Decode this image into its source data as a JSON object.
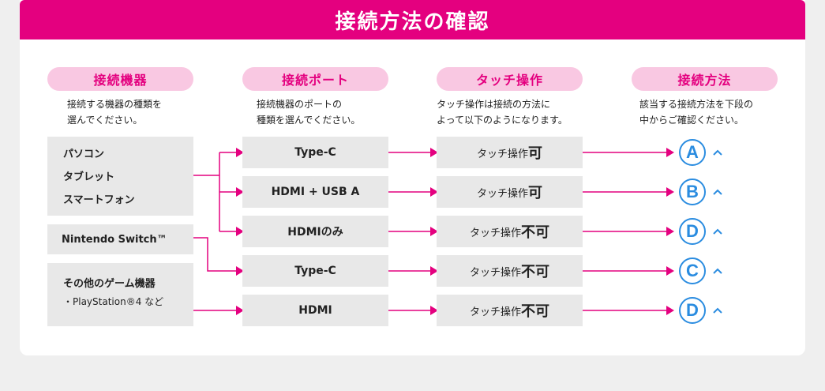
{
  "title": "接続方法の確認",
  "colors": {
    "accent": "#e4007f",
    "pill_bg": "#f9c8e2",
    "box_bg": "#e8e8e8",
    "method_blue": "#2a8ce0"
  },
  "columns": [
    {
      "label": "接続機器",
      "desc": [
        "接続する機器の種類を",
        "選んでください。"
      ]
    },
    {
      "label": "接続ポート",
      "desc": [
        "接続機器のポートの",
        "種類を選んでください。"
      ]
    },
    {
      "label": "タッチ操作",
      "desc": [
        "タッチ操作は接続の方法に",
        "よって以下のようになります。"
      ]
    },
    {
      "label": "接続方法",
      "desc": [
        "該当する接続方法を下段の",
        "中からご確認ください。"
      ]
    }
  ],
  "devices": {
    "pc": [
      "パソコン",
      "タブレット",
      "スマートフォン"
    ],
    "switch": "Nintendo Switch™",
    "game": {
      "name": "その他のゲーム機器",
      "note": "・PlayStation®4 など"
    }
  },
  "ports": [
    "Type-C",
    "HDMI + USB A",
    "HDMIのみ",
    "Type-C",
    "HDMI"
  ],
  "touch": [
    {
      "text": "タッチ操作",
      "result": "可"
    },
    {
      "text": "タッチ操作",
      "result": "可"
    },
    {
      "text": "タッチ操作",
      "result": "不可"
    },
    {
      "text": "タッチ操作",
      "result": "不可"
    },
    {
      "text": "タッチ操作",
      "result": "不可"
    }
  ],
  "methods": [
    "A",
    "B",
    "D",
    "C",
    "D"
  ],
  "method_icon": "chevron-up-icon"
}
